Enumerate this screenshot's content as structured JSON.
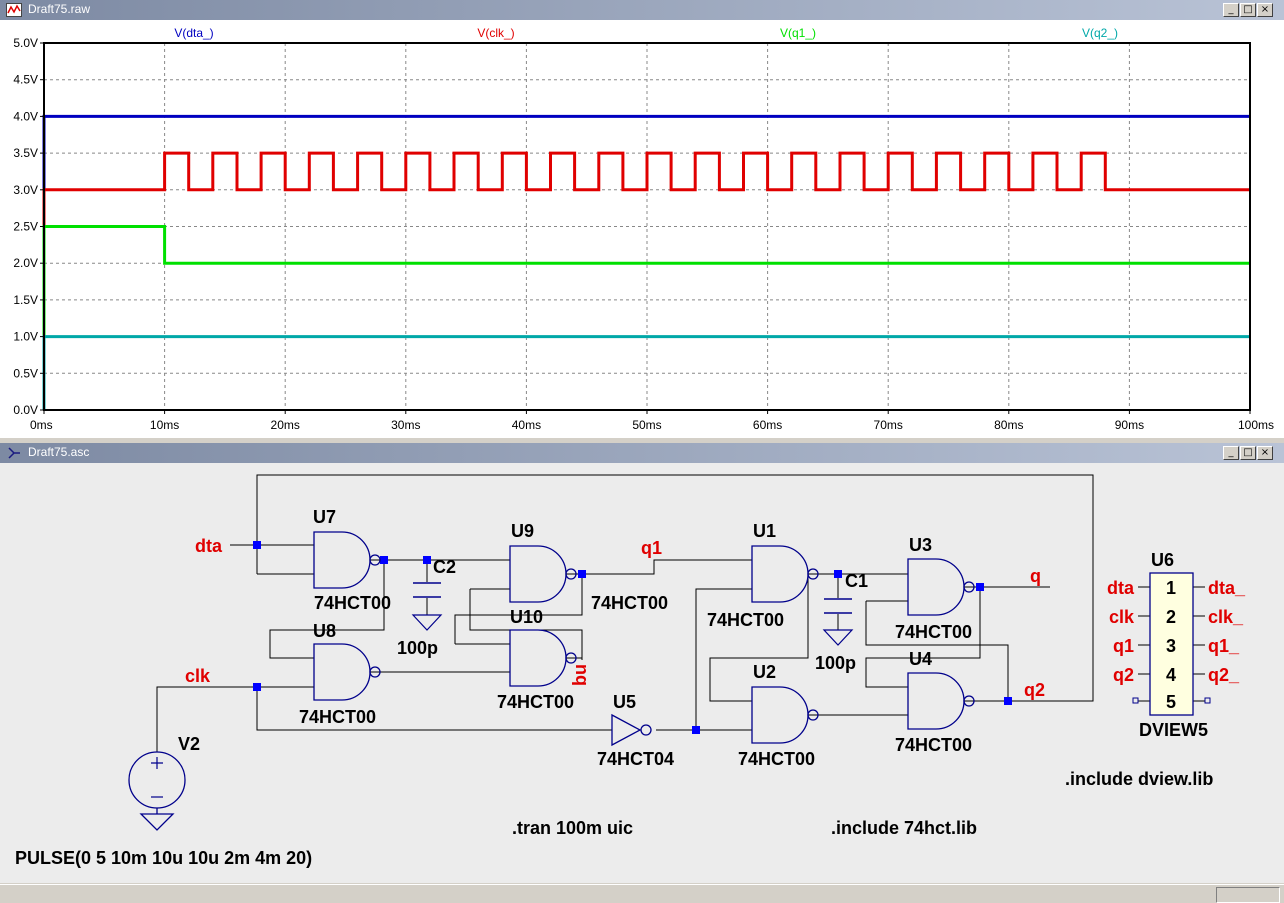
{
  "waveform_window": {
    "title": "Draft75.raw",
    "controls": {
      "minimize": "_",
      "restore": "□",
      "close": "×"
    }
  },
  "schematic_window": {
    "title": "Draft75.asc",
    "controls": {
      "minimize": "_",
      "restore": "□",
      "close": "×"
    }
  },
  "chart_data": {
    "type": "line",
    "x_unit": "ms",
    "y_unit": "V",
    "xlim": [
      0,
      100
    ],
    "ylim": [
      0,
      5
    ],
    "x_ticks": [
      "0ms",
      "10ms",
      "20ms",
      "30ms",
      "40ms",
      "50ms",
      "60ms",
      "70ms",
      "80ms",
      "90ms",
      "100ms"
    ],
    "y_ticks": [
      "0.0V",
      "0.5V",
      "1.0V",
      "1.5V",
      "2.0V",
      "2.5V",
      "3.0V",
      "3.5V",
      "4.0V",
      "4.5V",
      "5.0V"
    ],
    "grid": true,
    "series": [
      {
        "name": "V(dta_)",
        "color": "#0000c0",
        "x": [
          0,
          0,
          100
        ],
        "y": [
          0,
          4.0,
          4.0
        ]
      },
      {
        "name": "V(clk_)",
        "color": "#e00000",
        "x": [
          0,
          0,
          10,
          10,
          12,
          12,
          14,
          14,
          16,
          16,
          18,
          18,
          20,
          20,
          22,
          22,
          24,
          24,
          26,
          26,
          28,
          28,
          30,
          30,
          32,
          32,
          34,
          34,
          36,
          36,
          38,
          38,
          40,
          40,
          42,
          42,
          44,
          44,
          46,
          46,
          48,
          48,
          50,
          50,
          52,
          52,
          54,
          54,
          56,
          56,
          58,
          58,
          60,
          60,
          62,
          62,
          64,
          64,
          66,
          66,
          68,
          68,
          70,
          70,
          72,
          72,
          74,
          74,
          76,
          76,
          78,
          78,
          80,
          80,
          82,
          82,
          84,
          84,
          86,
          86,
          88,
          88,
          100
        ],
        "y": [
          0,
          3.0,
          3.0,
          3.5,
          3.5,
          3.0,
          3.0,
          3.5,
          3.5,
          3.0,
          3.0,
          3.5,
          3.5,
          3.0,
          3.0,
          3.5,
          3.5,
          3.0,
          3.0,
          3.5,
          3.5,
          3.0,
          3.0,
          3.5,
          3.5,
          3.0,
          3.0,
          3.5,
          3.5,
          3.0,
          3.0,
          3.5,
          3.5,
          3.0,
          3.0,
          3.5,
          3.5,
          3.0,
          3.0,
          3.5,
          3.5,
          3.0,
          3.0,
          3.5,
          3.5,
          3.0,
          3.0,
          3.5,
          3.5,
          3.0,
          3.0,
          3.5,
          3.5,
          3.0,
          3.0,
          3.5,
          3.5,
          3.0,
          3.0,
          3.5,
          3.5,
          3.0,
          3.0,
          3.5,
          3.5,
          3.0,
          3.0,
          3.5,
          3.5,
          3.0,
          3.0,
          3.5,
          3.5,
          3.0,
          3.0,
          3.5,
          3.5,
          3.0,
          3.0,
          3.5,
          3.5,
          3.0,
          3.0
        ]
      },
      {
        "name": "V(q1_)",
        "color": "#00e000",
        "x": [
          0,
          0,
          10,
          10,
          100
        ],
        "y": [
          0,
          2.5,
          2.5,
          2.0,
          2.0
        ]
      },
      {
        "name": "V(q2_)",
        "color": "#00a8a8",
        "x": [
          0,
          0,
          100
        ],
        "y": [
          0,
          1.0,
          1.0
        ]
      }
    ]
  },
  "schematic": {
    "components": {
      "U7": {
        "ref": "U7",
        "part": "74HCT00"
      },
      "U8": {
        "ref": "U8",
        "part": "74HCT00"
      },
      "U9": {
        "ref": "U9",
        "part": "74HCT00"
      },
      "U10": {
        "ref": "U10",
        "part": "74HCT00"
      },
      "U1": {
        "ref": "U1",
        "part": "74HCT00"
      },
      "U2": {
        "ref": "U2",
        "part": "74HCT00"
      },
      "U3": {
        "ref": "U3",
        "part": "74HCT00"
      },
      "U4": {
        "ref": "U4",
        "part": "74HCT00"
      },
      "U5": {
        "ref": "U5",
        "part": "74HCT04"
      },
      "C1": {
        "ref": "C1",
        "value": "100p"
      },
      "C2": {
        "ref": "C2",
        "value": "100p"
      },
      "V2": {
        "ref": "V2",
        "value": "PULSE(0 5 10m 10u 10u 2m 4m 20)"
      },
      "U6": {
        "ref": "U6",
        "part": "DVIEW5",
        "pins": [
          "1",
          "2",
          "3",
          "4",
          "5"
        ],
        "left_labels": [
          "dta",
          "clk",
          "q1",
          "q2"
        ],
        "right_labels": [
          "dta_",
          "clk_",
          "q1_",
          "q2_"
        ]
      }
    },
    "net_labels": {
      "dta": "dta",
      "clk": "clk",
      "q1": "q1",
      "nq": "nq",
      "q": "q",
      "q2": "q2"
    },
    "directives": {
      "tran": ".tran 100m uic",
      "include_hct": ".include 74hct.lib",
      "include_dview": ".include dview.lib"
    }
  }
}
